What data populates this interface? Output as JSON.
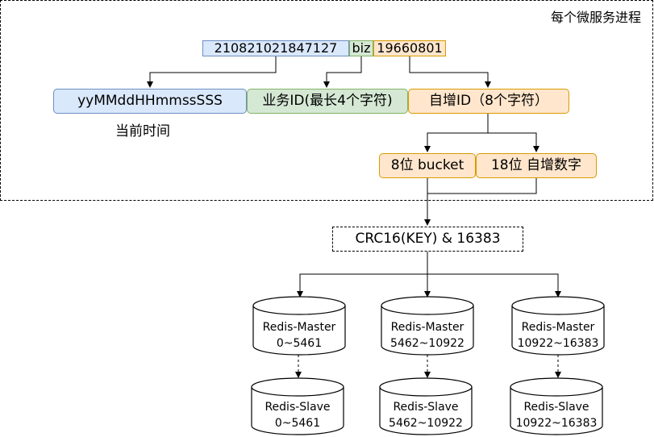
{
  "container_label": "每个微服务进程",
  "id_string": {
    "time_part": "210821021847127",
    "biz_part": "biz",
    "inc_part": "19660801"
  },
  "boxes": {
    "time": "yyMMddHHmmssSSS",
    "biz": "业务ID(最长4个字符)",
    "inc": "自增ID（8个字符）",
    "bucket": "8位 bucket",
    "counter": "18位 自增数字"
  },
  "time_label": "当前时间",
  "crc": "CRC16(KEY) & 16383",
  "nodes": [
    {
      "master_label": "Redis-Master",
      "master_range": "0~5461",
      "slave_label": "Redis-Slave",
      "slave_range": "0~5461"
    },
    {
      "master_label": "Redis-Master",
      "master_range": "5462~10922",
      "slave_label": "Redis-Slave",
      "slave_range": "5462~10922"
    },
    {
      "master_label": "Redis-Master",
      "master_range": "10922~16383",
      "slave_label": "Redis-Slave",
      "slave_range": "10922~16383"
    }
  ],
  "colors": {
    "blue_fill": "#dae8fc",
    "blue_stroke": "#6c8ebf",
    "green_fill": "#d5e8d4",
    "green_stroke": "#82b366",
    "orange_fill": "#ffe6cc",
    "orange_stroke": "#d79b00"
  }
}
